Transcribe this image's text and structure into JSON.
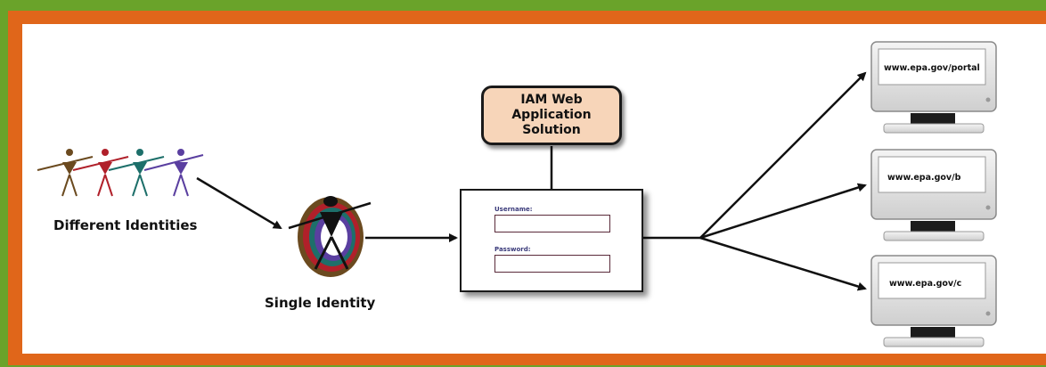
{
  "identities": {
    "different_label": "Different Identities",
    "single_label": "Single Identity",
    "figure_colors": [
      "#6b4a1f",
      "#b0202a",
      "#1d6f6a",
      "#5a3fa0"
    ]
  },
  "iam": {
    "title": "IAM Web\nApplication\nSolution"
  },
  "login": {
    "username_label": "Username:",
    "password_label": "Password:",
    "username_value": "",
    "password_value": ""
  },
  "portals": [
    {
      "url": "www.epa.gov/portal"
    },
    {
      "url": "www.epa.gov/b"
    },
    {
      "url": "www.epa.gov/c"
    }
  ],
  "colors": {
    "outer_frame": "#6aa32a",
    "inner_frame": "#e0661a",
    "panel_background": "#ffffff",
    "iam_box_fill": "#f7d5b9"
  }
}
